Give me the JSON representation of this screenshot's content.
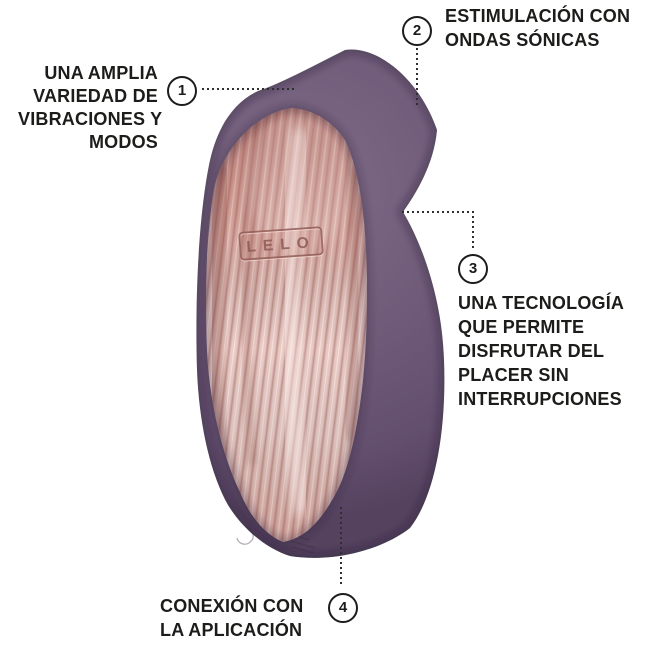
{
  "device": {
    "logo_text": "LELO"
  },
  "colors": {
    "background": "#ffffff",
    "device_body_purple": "#6f5b79",
    "device_shell_rose_gold": "#ecc9c3",
    "callout_text": "#1c1c1a",
    "connector_line": "#2f2f2f"
  },
  "callouts": [
    {
      "number": "1",
      "lines": [
        "UNA AMPLIA",
        "VARIEDAD DE",
        "VIBRACIONES Y",
        "MODOS"
      ]
    },
    {
      "number": "2",
      "lines": [
        "ESTIMULACIÓN CON",
        "ONDAS SÓNICAS"
      ]
    },
    {
      "number": "3",
      "lines": [
        "UNA TECNOLOGÍA",
        "QUE PERMITE",
        "DISFRUTAR DEL",
        "PLACER SIN",
        "INTERRUPCIONES"
      ]
    },
    {
      "number": "4",
      "lines": [
        "CONEXIÓN CON",
        "LA APLICACIÓN"
      ]
    }
  ]
}
